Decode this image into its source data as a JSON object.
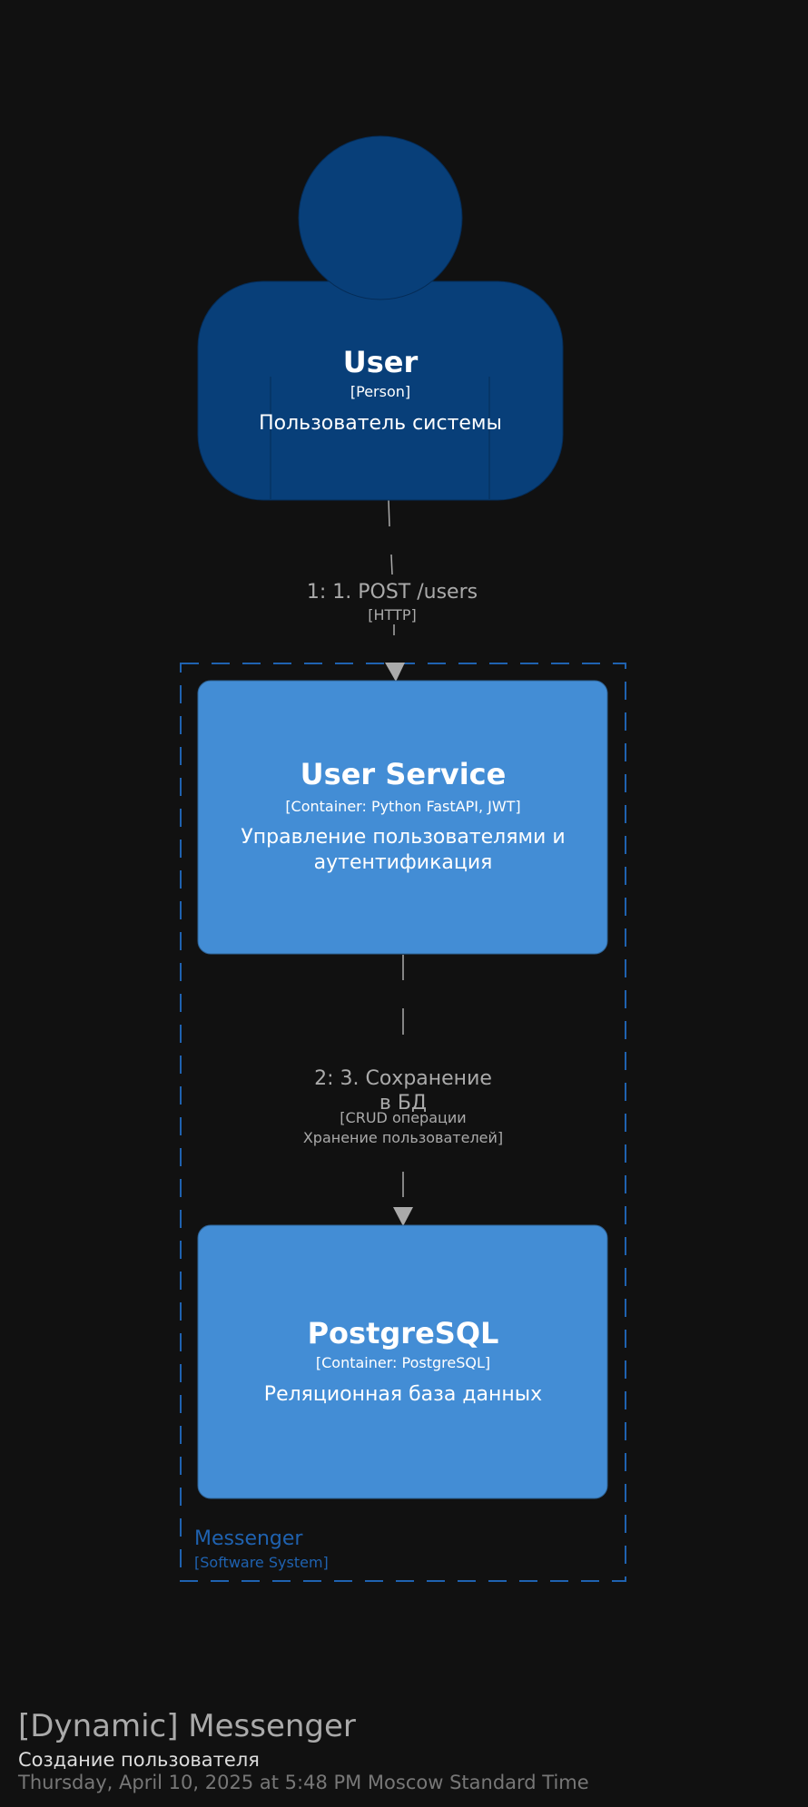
{
  "diagram": {
    "title": "[Dynamic] Messenger",
    "subtitle": "Создание пользователя",
    "timestamp": "Thursday, April 10, 2025 at 5:48 PM Moscow Standard Time"
  },
  "person": {
    "name": "User",
    "type": "[Person]",
    "description": "Пользователь системы"
  },
  "boundary": {
    "name": "Messenger",
    "type": "[Software System]"
  },
  "containers": [
    {
      "name": "User Service",
      "type": "[Container: Python FastAPI, JWT]",
      "description_lines": [
        "Управление пользователями и",
        "аутентификация"
      ]
    },
    {
      "name": "PostgreSQL",
      "type": "[Container: PostgreSQL]",
      "description_lines": [
        "Реляционная база данных"
      ]
    }
  ],
  "relationships": [
    {
      "label_lines": [
        "1: 1. POST /users"
      ],
      "tech_lines": [
        "[HTTP]"
      ]
    },
    {
      "label_lines": [
        "2: 3. Сохранение",
        "в БД"
      ],
      "tech_lines": [
        "[CRUD операции",
        "Хранение пользователей]"
      ]
    }
  ],
  "colors": {
    "background": "#111111",
    "person": "#083f79",
    "person_border": "#052c57",
    "container": "#438dd5",
    "container_border": "#2e6295",
    "boundary": "#1f62b0",
    "relationship": "#aaaaaa"
  }
}
